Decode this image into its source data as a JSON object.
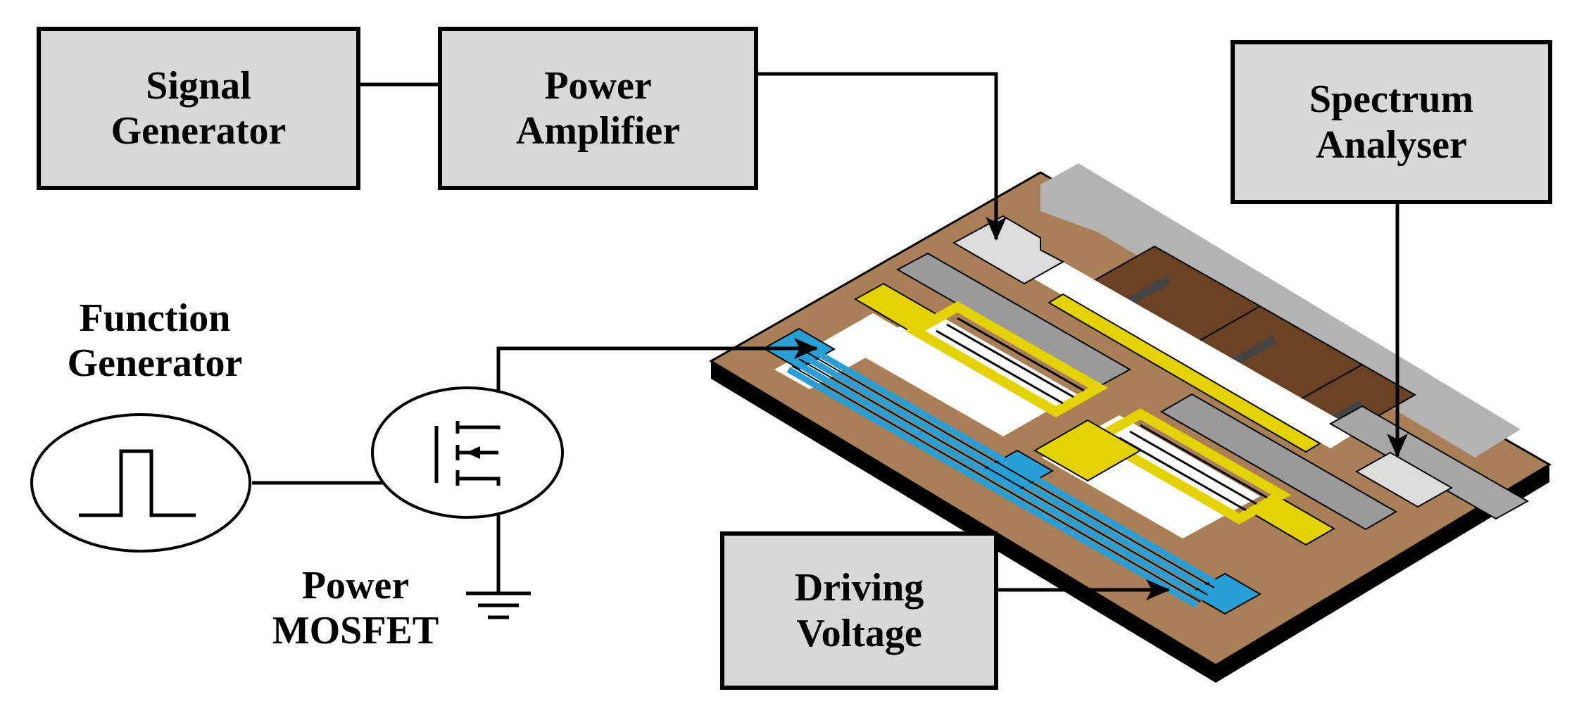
{
  "blocks": {
    "signal_generator": "Signal\nGenerator",
    "power_amplifier": "Power\nAmplifier",
    "spectrum_analyser": "Spectrum\nAnalyser",
    "driving_voltage": "Driving\nVoltage"
  },
  "labels": {
    "function_generator": "Function\nGenerator",
    "power_mosfet": "Power\nMOSFET"
  },
  "colors": {
    "block_fill": "#d8d8d8",
    "substrate": "#a87f56",
    "yellow_structure": "#e3d100",
    "blue_actuator": "#2a9fd6",
    "brown_pads": "#6b4324",
    "gray_electrodes": "#9a9a9a"
  }
}
